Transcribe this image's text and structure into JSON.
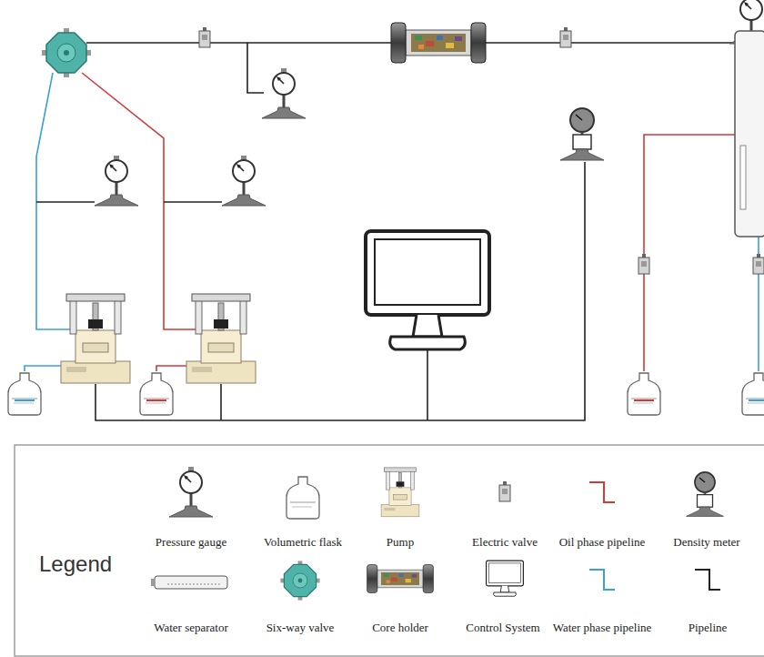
{
  "diagram": {
    "labels": [
      "Legend"
    ],
    "legend": [
      {
        "text": "Pressure gauge"
      },
      {
        "text": "Volumetric flask"
      },
      {
        "text": "Pump"
      },
      {
        "text": "Electric valve"
      },
      {
        "text": "Oil phase pipeline"
      },
      {
        "text": "Density meter"
      },
      {
        "text": "Water separator"
      },
      {
        "text": "Six-way valve"
      },
      {
        "text": "Core holder"
      },
      {
        "text": "Control System"
      },
      {
        "text": "Water phase pipeline"
      },
      {
        "text": "Pipeline"
      }
    ]
  }
}
